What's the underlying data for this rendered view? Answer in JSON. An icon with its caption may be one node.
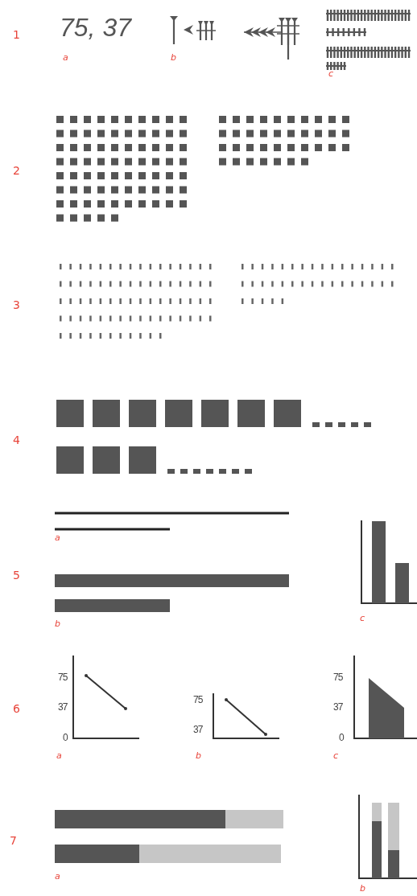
{
  "diagram": {
    "labels": [
      "1",
      "75, 37",
      "a",
      "b",
      "c",
      "2",
      "3",
      "4",
      "5",
      "a",
      "b",
      "c",
      "6",
      "75",
      "37",
      "0",
      "a",
      "75",
      "37",
      "b",
      "75",
      "37",
      "0",
      "c",
      "7",
      "a",
      "b"
    ]
  }
}
